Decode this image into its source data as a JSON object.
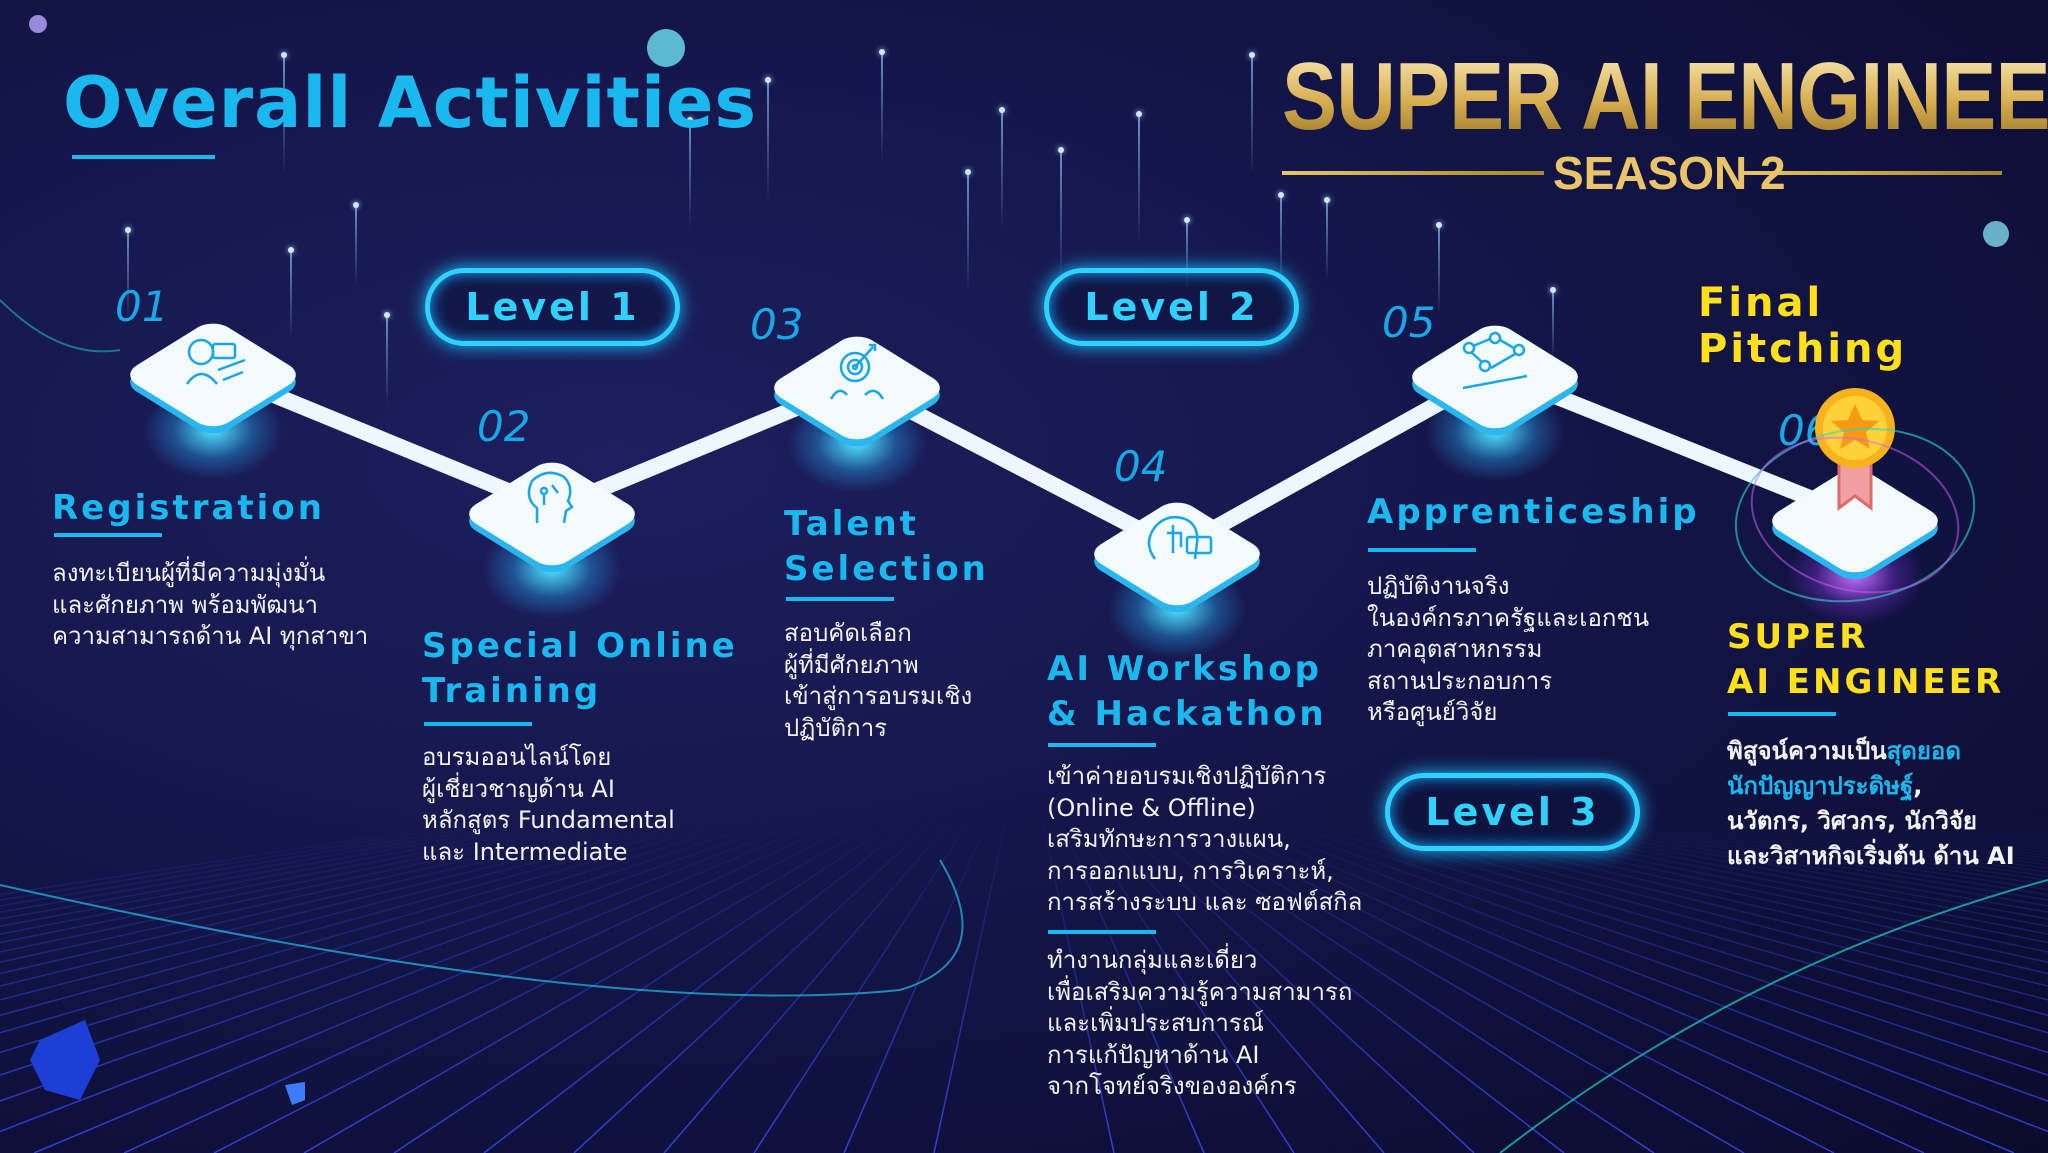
{
  "title": "Overall Activities",
  "logo": {
    "main": "SUPER AI ENGINEER",
    "season": "SEASON 2"
  },
  "levels": [
    "Level 1",
    "Level 2",
    "Level 3"
  ],
  "final_pitching": "Final Pitching",
  "steps": [
    {
      "number": "01",
      "title_lines": [
        "Registration"
      ],
      "desc": [
        "ลงทะเบียนผู้ที่มีความมุ่งมั่น",
        "และศักยภาพ พร้อมพัฒนา",
        "ความสามารถด้าน AI ทุกสาขา"
      ]
    },
    {
      "number": "02",
      "title_lines": [
        "Special Online",
        "Training"
      ],
      "desc": [
        "อบรมออนไลน์โดย",
        "ผู้เชี่ยวชาญด้าน AI",
        "หลักสูตร Fundamental",
        "และ Intermediate"
      ]
    },
    {
      "number": "03",
      "title_lines": [
        "Talent",
        "Selection"
      ],
      "desc": [
        "สอบคัดเลือก",
        "ผู้ที่มีศักยภาพ",
        "เข้าสู่การอบรมเชิง",
        "ปฏิบัติการ"
      ]
    },
    {
      "number": "04",
      "title_lines": [
        "AI Workshop",
        "& Hackathon"
      ],
      "desc": [
        "เข้าค่ายอบรมเชิงปฏิบัติการ",
        "(Online & Offline)",
        "เสริมทักษะการวางแผน,",
        "การออกแบบ, การวิเคราะห์,",
        "การสร้างระบบ และ ซอฟต์สกิล"
      ],
      "desc2": [
        "ทำงานกลุ่มและเดี่ยว",
        "เพื่อเสริมความรู้ความสามารถ",
        "และเพิ่มประสบการณ์",
        "การแก้ปัญหาด้าน AI",
        "จากโจทย์จริงขององค์กร"
      ]
    },
    {
      "number": "05",
      "title_lines": [
        "Apprenticeship"
      ],
      "desc": [
        "ปฏิบัติงานจริง",
        "ในองค์กรภาครัฐและเอกชน",
        "ภาคอุตสาหกรรม",
        "สถานประกอบการ",
        "หรือศูนย์วิจัย"
      ]
    },
    {
      "number": "06",
      "title_lines": [
        "SUPER",
        "AI ENGINEER"
      ],
      "desc_parts": {
        "a": "พิสูจน์ความเป็น",
        "b": "สุดยอด",
        "c": "นักปัญญาประดิษฐ์",
        "d": ",",
        "e": "นวัตกร, วิศวกร, นักวิจัย",
        "f": "และวิสาหกิจเริ่มต้น ด้าน AI"
      }
    }
  ],
  "colors": {
    "accent": "#19b9f0",
    "yellow": "#ffe01a",
    "gold": "#d6ad4e",
    "bg": "#14164a"
  }
}
